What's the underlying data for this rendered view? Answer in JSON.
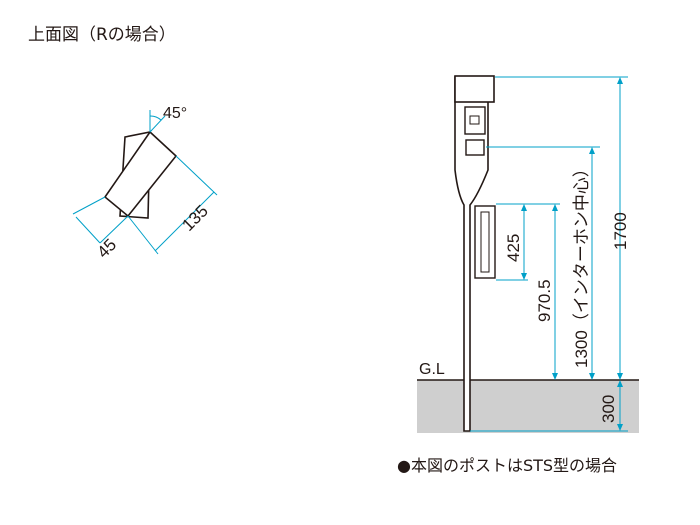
{
  "title": "上面図（Rの場合）",
  "caption": "●本図のポストはSTS型の場合",
  "top_view": {
    "angle_label": "45°",
    "dim_long": "135",
    "dim_short": "45"
  },
  "side_view": {
    "gl_label": "G.L",
    "dim_425": "425",
    "dim_970": "970.5",
    "dim_1300": "1300（インターホン中心）",
    "dim_1700": "1700",
    "dim_300": "300"
  },
  "colors": {
    "line": "#231815",
    "dim_line": "#00a0c8",
    "ground": "#cfcfcf"
  }
}
